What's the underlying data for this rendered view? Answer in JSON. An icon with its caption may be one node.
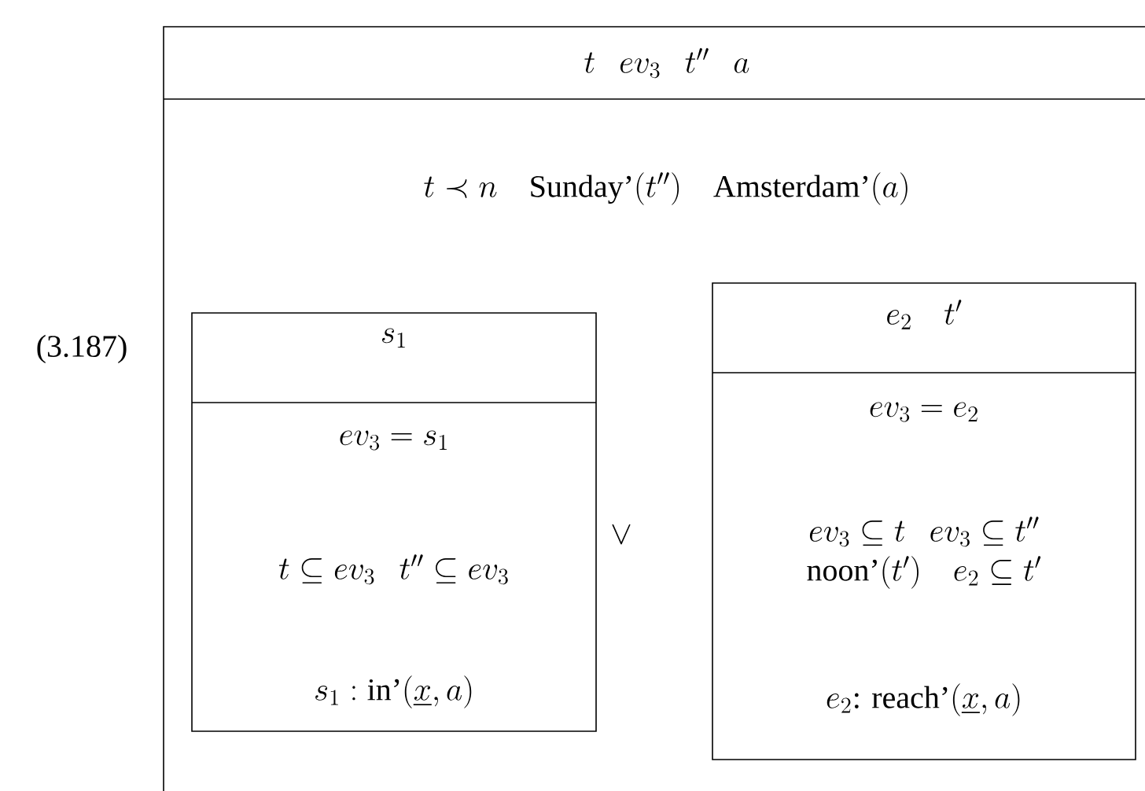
{
  "diagram": {
    "nodes": [
      {
        "text": [
          "t\\ \\ \\ ev_3\\ \\ \\ t''\\ \\ \\ a",
          "t \\prec n \\quad \\text{Sunday'}(t'') \\quad \\text{Amsterdam'}(a)"
        ]
      },
      {
        "text": [
          "s_1",
          "ev_3 = s_1",
          "t \\subseteq ev_3\\ \\ \\ t'' \\subseteq ev_3",
          "s_1 : \\text{in'}(\\underline{x}, a)"
        ],
        "in": 0
      },
      {
        "text": [
          "e_2 \\quad t'",
          "ev_3 = e_2",
          "ev_3 \\subseteq t\\ \\ \\ ev_3 \\subseteq t''",
          "\\text{noon'}(t') \\quad e_2 \\subseteq t'",
          "e_2\\text{: reach'}(\\underline{x}, a)"
        ],
        "in": 0
      }
    ],
    "labels": [
      "(3.187)",
      "\\vee"
    ]
  }
}
